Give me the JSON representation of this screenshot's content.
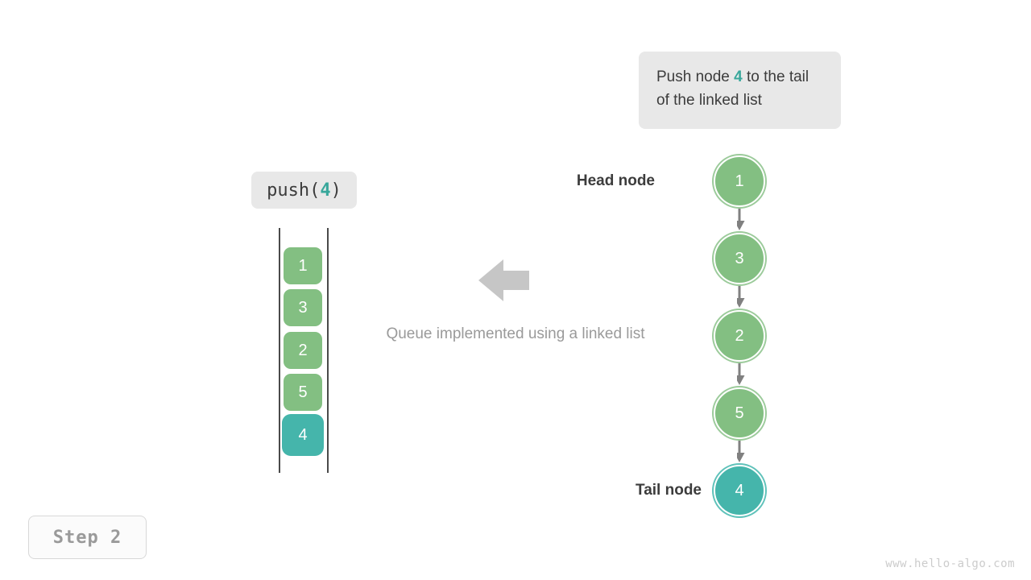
{
  "callout": {
    "text_before": "Push node ",
    "highlight": "4",
    "text_after": " to the tail of the linked list"
  },
  "operation_label": {
    "prefix": "push(",
    "value": "4",
    "suffix": ")"
  },
  "caption": "Queue implemented using a linked list",
  "step_badge": "Step 2",
  "watermark": "www.hello-algo.com",
  "labels": {
    "head": "Head node",
    "tail": "Tail node"
  },
  "colors": {
    "green": "#83bf82",
    "green_ring": "#9ccb9b",
    "teal": "#45b5ab",
    "teal_ring": "#5fc2ba",
    "arrow_gray": "#808080",
    "badge_gray": "#e8e8e8",
    "text_dark": "#3c3c3c",
    "text_muted": "#9a9a9a"
  },
  "queue_cells": [
    {
      "value": "1",
      "state": "green"
    },
    {
      "value": "3",
      "state": "green"
    },
    {
      "value": "2",
      "state": "green"
    },
    {
      "value": "5",
      "state": "green"
    },
    {
      "value": "4",
      "state": "teal"
    }
  ],
  "linked_list_nodes": [
    {
      "value": "1",
      "state": "green",
      "role": "head"
    },
    {
      "value": "3",
      "state": "green",
      "role": ""
    },
    {
      "value": "2",
      "state": "green",
      "role": ""
    },
    {
      "value": "5",
      "state": "green",
      "role": ""
    },
    {
      "value": "4",
      "state": "teal",
      "role": "tail"
    }
  ],
  "flow_arrow": "left-arrow-icon"
}
